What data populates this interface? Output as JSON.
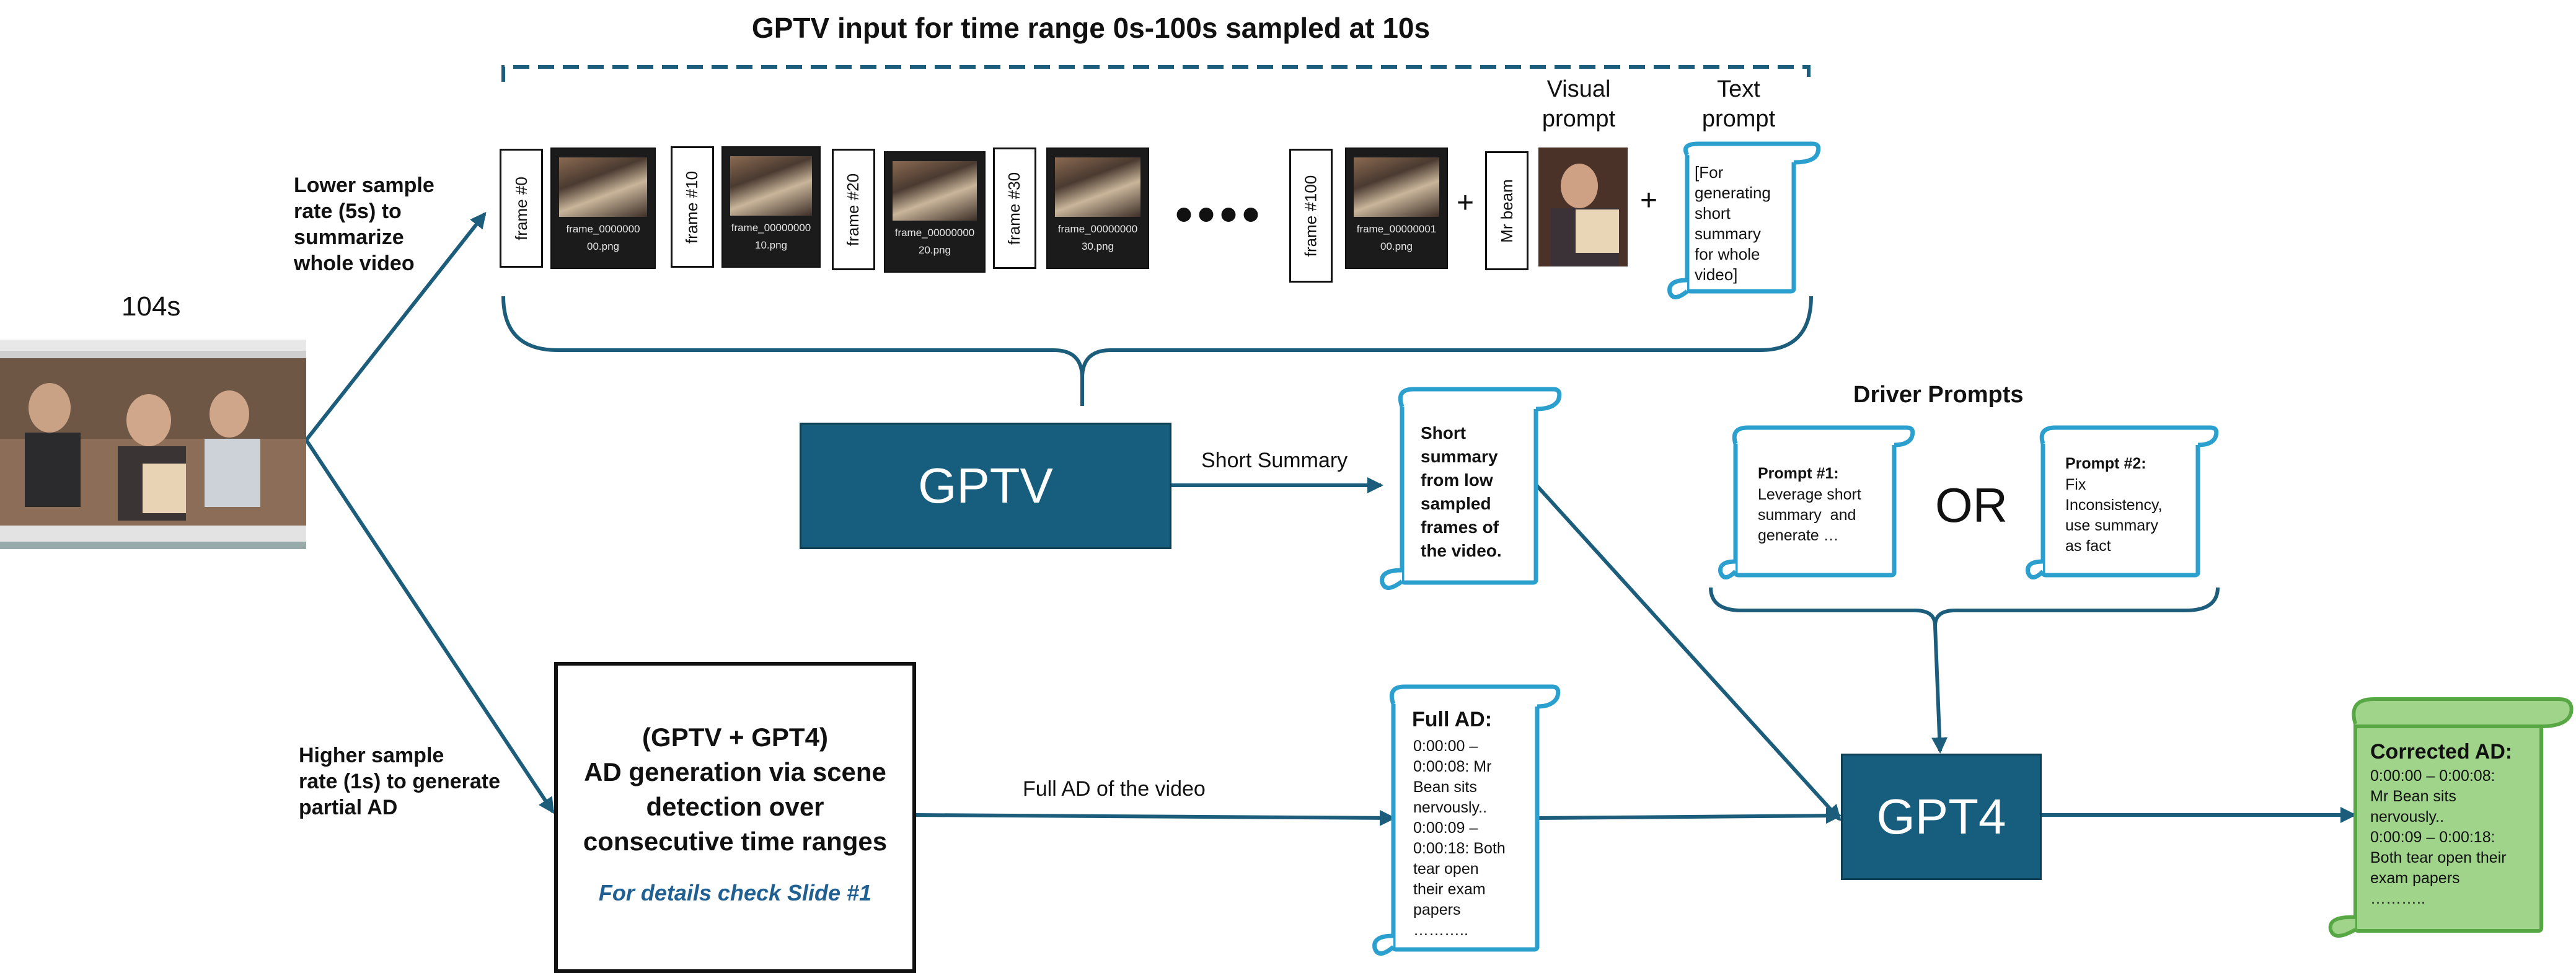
{
  "header": {
    "title": "GPTV input for time range 0s-100s sampled at 10s"
  },
  "video": {
    "duration_label": "104s"
  },
  "frames": [
    {
      "label": "frame #0",
      "file": "frame_0000000\n00.png"
    },
    {
      "label": "frame #10",
      "file": "frame_00000000\n10.png"
    },
    {
      "label": "frame #20",
      "file": "frame_00000000\n20.png"
    },
    {
      "label": "frame #30",
      "file": "frame_00000000\n30.png"
    },
    {
      "label": "frame #100",
      "file": "frame_00000001\n00.png"
    }
  ],
  "plus_sign": "+",
  "ellipsis": "••••",
  "mr_beam_label": "Mr beam",
  "visual_prompt_label": "Visual\nprompt",
  "text_prompt_label": "Text\nprompt",
  "text_prompt_content": "[For\ngenerating\nshort\nsummary\nfor whole\nvideo]",
  "lower_rate_label": "Lower sample\nrate (5s) to\nsummarize\nwhole video",
  "higher_rate_label": "Higher sample\nrate (1s) to generate\npartial AD",
  "gptv_box": "GPTV",
  "short_summary_edge": "Short Summary",
  "short_summary_scroll": "Short\nsummary\nfrom low\nsampled\nframes of\nthe video.",
  "driver_prompts": {
    "title": "Driver Prompts",
    "p1_title": "Prompt #1:",
    "p1_body": "Leverage short\nsummary  and\ngenerate …",
    "or": "OR",
    "p2_title": "Prompt #2:",
    "p2_body": "Fix\nInconsistency,\nuse summary\nas fact"
  },
  "ad_generation": {
    "title": "(GPTV + GPT4)\nAD generation via scene\ndetection over\nconsecutive time ranges",
    "details": "For details check Slide #1"
  },
  "full_ad_edge": "Full AD of the video",
  "full_ad_scroll": {
    "title": "Full AD:",
    "body": "0:00:00 –\n0:00:08: Mr\nBean sits\nnervously..\n0:00:09 –\n0:00:18: Both\ntear open\ntheir exam\npapers\n……….."
  },
  "gpt4_box": "GPT4",
  "corrected_ad": {
    "title": "Corrected AD:",
    "body": "0:00:00 – 0:00:08:\nMr Bean sits\nnervously..\n0:00:09 – 0:00:18:\nBoth tear open their\nexam papers\n……….."
  },
  "colors": {
    "arrow": "#1d5d7c",
    "dark_box": "#175e7e",
    "scroll_outline": "#2ba0cf",
    "green_fill": "#9fd48a",
    "green_outline": "#57a845",
    "detail_text": "#1f5f92"
  }
}
